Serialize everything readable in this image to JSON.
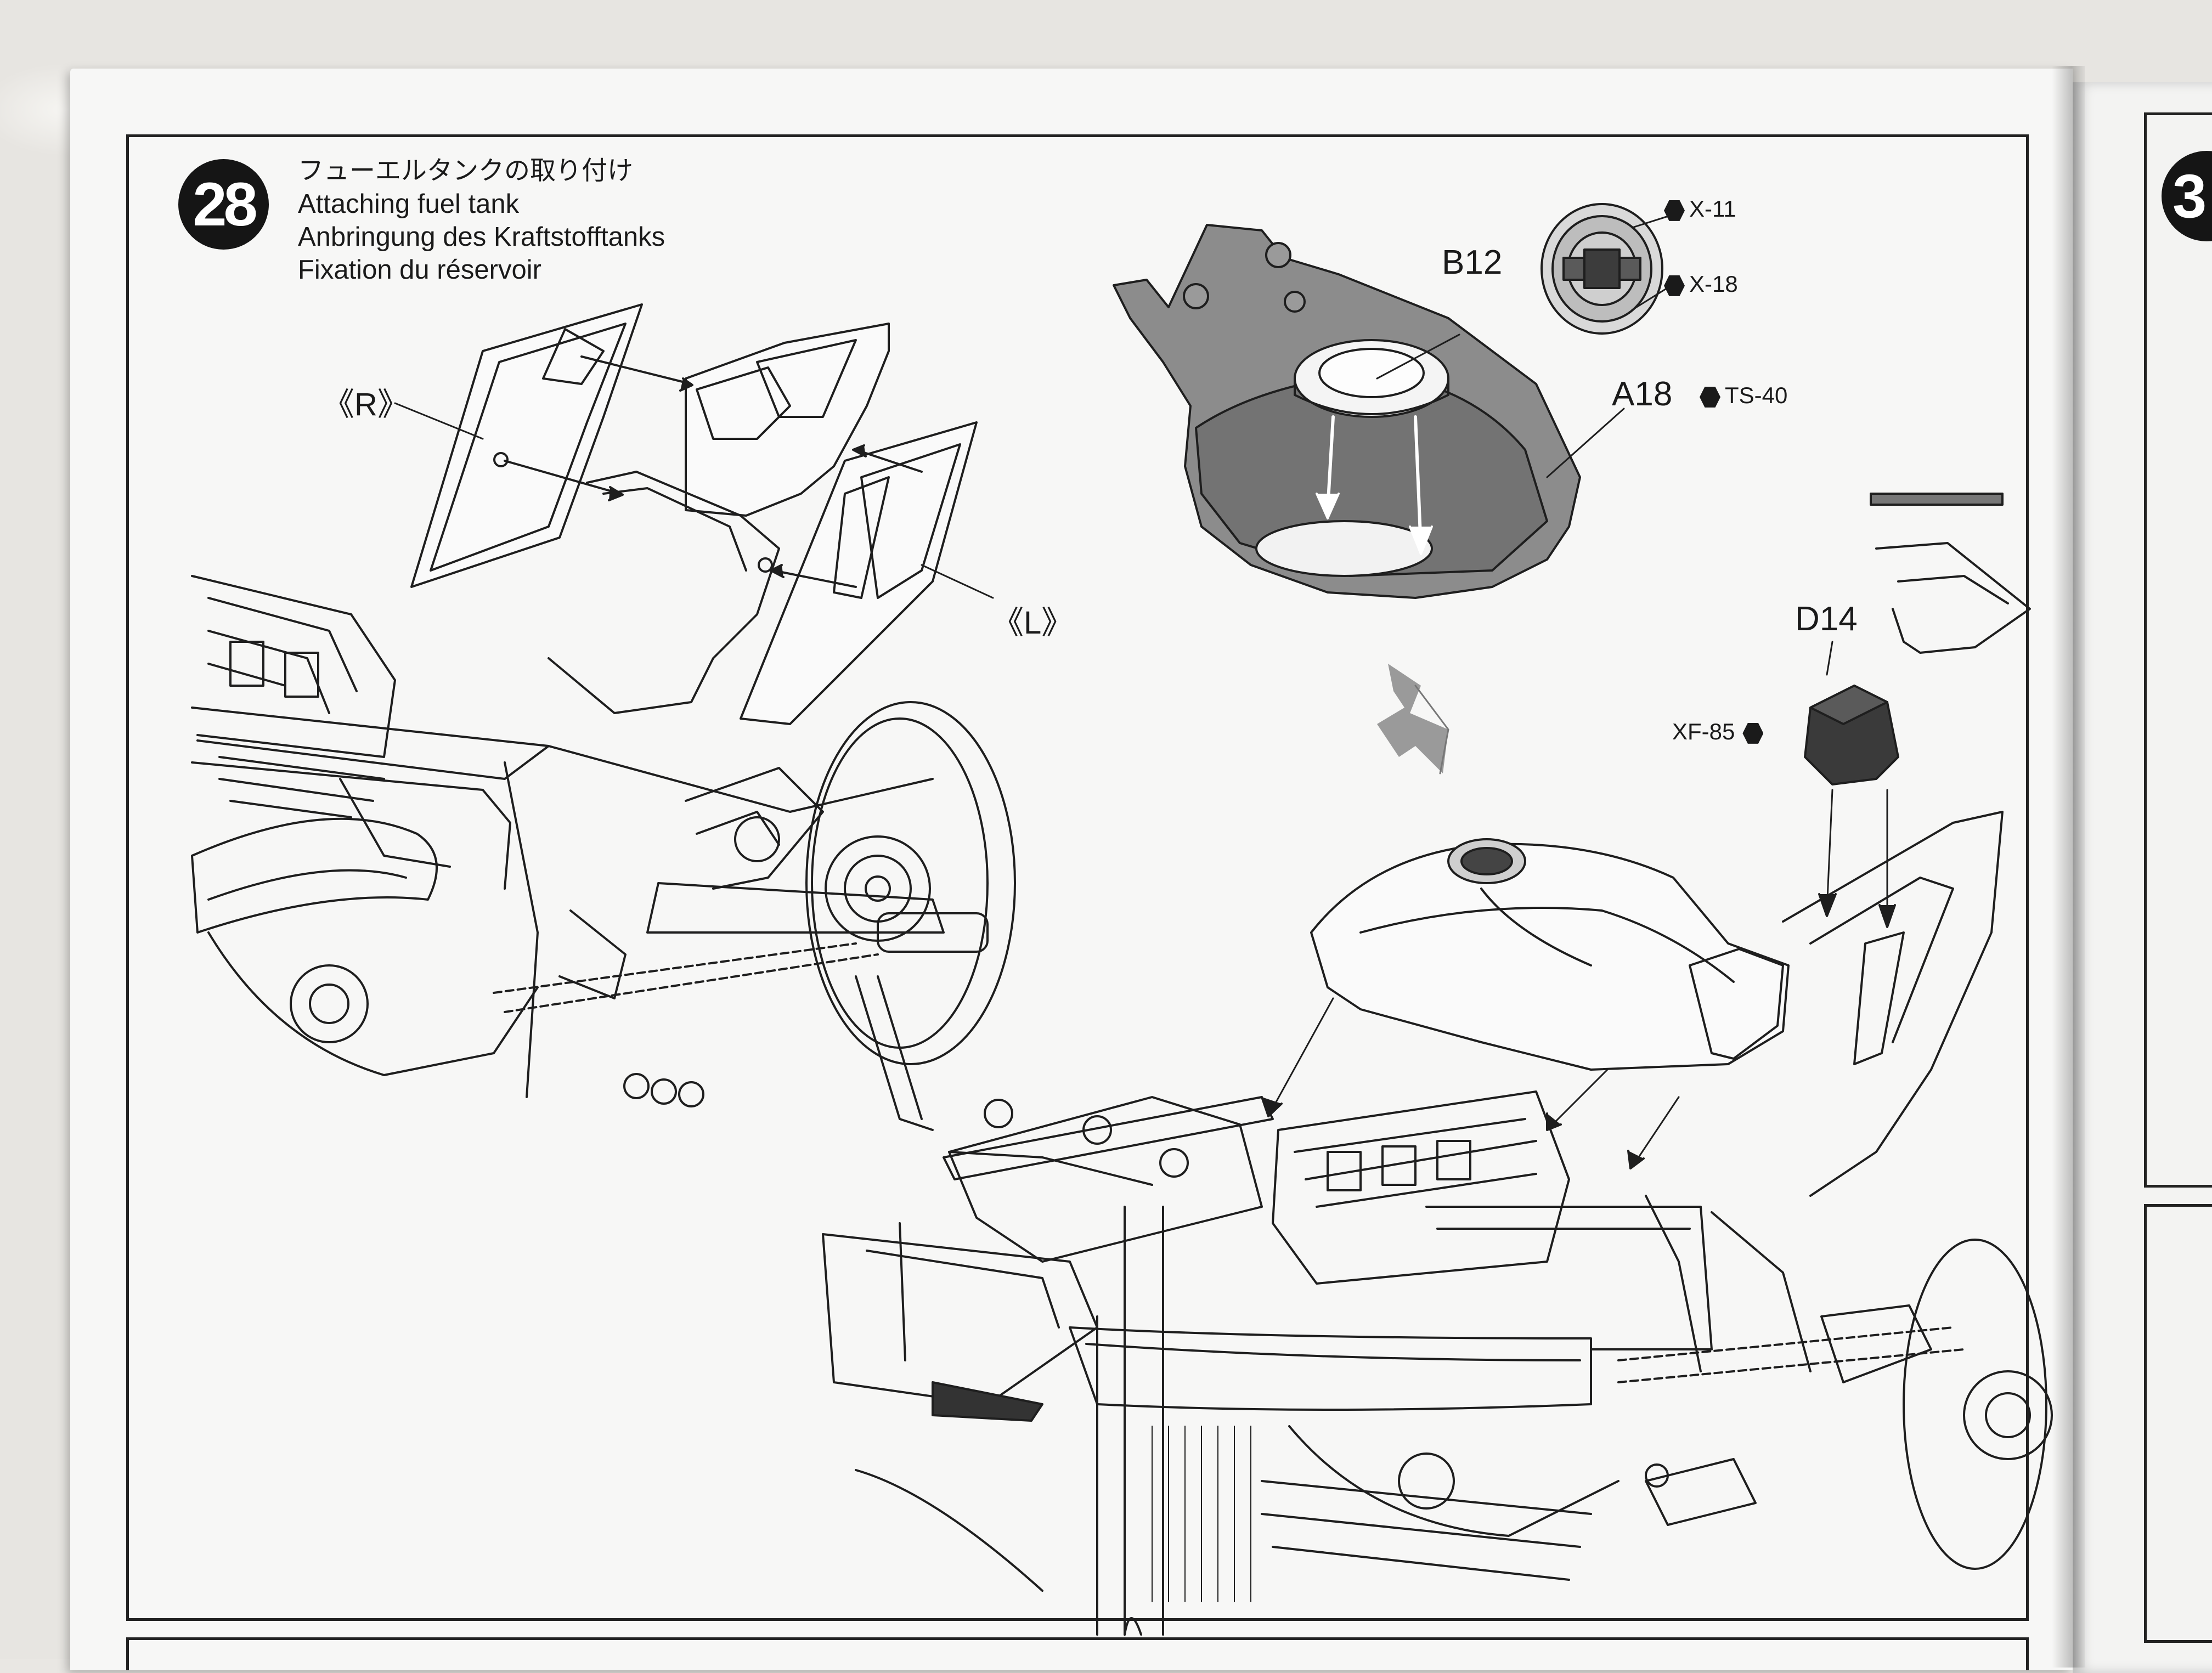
{
  "step": {
    "number": "28",
    "next_number": "3",
    "title_jp": "フューエルタンクの取り付け",
    "title_en": "Attaching fuel tank",
    "title_de": "Anbringung des Kraftstofftanks",
    "title_fr": "Fixation du réservoir"
  },
  "labels": {
    "side_r": "《R》",
    "side_l": "《L》",
    "part_b12": "B12",
    "part_a18": "A18",
    "part_d14": "D14"
  },
  "paints": {
    "x11": "X-11",
    "x18": "X-18",
    "ts40": "TS-40",
    "xf85": "XF-85"
  },
  "colors": {
    "ink": "#1a1a1a",
    "paper": "#f7f7f6",
    "tank_gray": "#8a8a8a",
    "dark_part": "#3a3a3a"
  }
}
